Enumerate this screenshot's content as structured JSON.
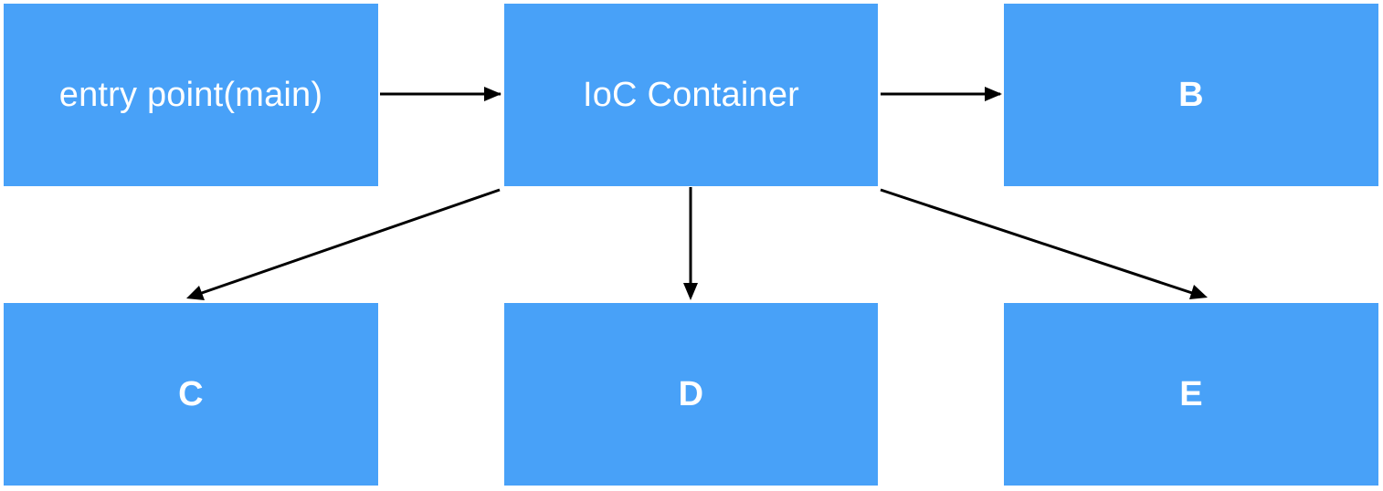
{
  "diagram": {
    "nodes": [
      {
        "id": "entry",
        "label": "entry point(main)"
      },
      {
        "id": "ioc",
        "label": "IoC Container"
      },
      {
        "id": "b",
        "label": "B"
      },
      {
        "id": "c",
        "label": "C"
      },
      {
        "id": "d",
        "label": "D"
      },
      {
        "id": "e",
        "label": "E"
      }
    ],
    "edges": [
      {
        "from": "entry",
        "to": "ioc"
      },
      {
        "from": "ioc",
        "to": "b"
      },
      {
        "from": "ioc",
        "to": "c"
      },
      {
        "from": "ioc",
        "to": "d"
      },
      {
        "from": "ioc",
        "to": "e"
      }
    ],
    "colors": {
      "node_fill": "#48a1f8",
      "node_text": "#ffffff",
      "arrow": "#000000"
    }
  }
}
